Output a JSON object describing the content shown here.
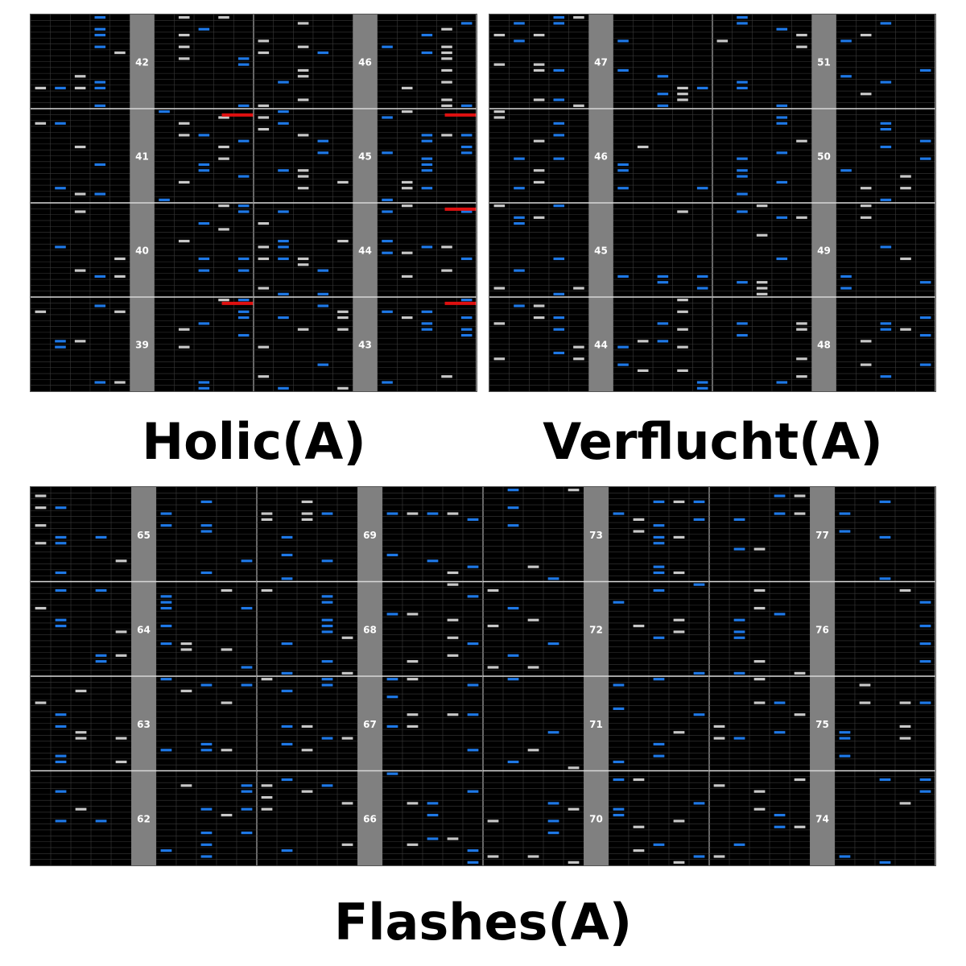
{
  "charts": [
    {
      "name": "Holic(A)",
      "columns": [
        {
          "measures": [
            39,
            40,
            41,
            42
          ],
          "seed": 11,
          "mines": [
            0,
            2
          ],
          "blueDensity": 0.22,
          "whiteDensity": 0.22
        },
        {
          "measures": [
            43,
            44,
            45,
            46
          ],
          "seed": 23,
          "mines": [
            0,
            1,
            2
          ],
          "blueDensity": 0.22,
          "whiteDensity": 0.22
        }
      ]
    },
    {
      "name": "Verflucht(A)",
      "columns": [
        {
          "measures": [
            44,
            45,
            46,
            47
          ],
          "seed": 37,
          "mines": [],
          "blueDensity": 0.24,
          "whiteDensity": 0.16
        },
        {
          "measures": [
            48,
            49,
            50,
            51
          ],
          "seed": 53,
          "mines": [],
          "blueDensity": 0.22,
          "whiteDensity": 0.14
        }
      ]
    },
    {
      "name": "Flashes(A)",
      "columns": [
        {
          "measures": [
            62,
            63,
            64,
            65
          ],
          "seed": 71,
          "mines": [],
          "blueDensity": 0.2,
          "whiteDensity": 0.2
        },
        {
          "measures": [
            66,
            67,
            68,
            69
          ],
          "seed": 83,
          "mines": [],
          "blueDensity": 0.22,
          "whiteDensity": 0.2
        },
        {
          "measures": [
            70,
            71,
            72,
            73
          ],
          "seed": 97,
          "mines": [],
          "blueDensity": 0.2,
          "whiteDensity": 0.16
        },
        {
          "measures": [
            74,
            75,
            76,
            77
          ],
          "seed": 101,
          "mines": [],
          "blueDensity": 0.2,
          "whiteDensity": 0.16
        }
      ]
    }
  ],
  "colors": {
    "background": "#000000",
    "grid": "#3a3a3a",
    "measureLine": "#d8d8d8",
    "scratch": "#808080",
    "whiteNote": "#c8c8c8",
    "blueNote": "#1e78e6",
    "mine": "#e01010",
    "measureNumber": "#ffffff"
  }
}
